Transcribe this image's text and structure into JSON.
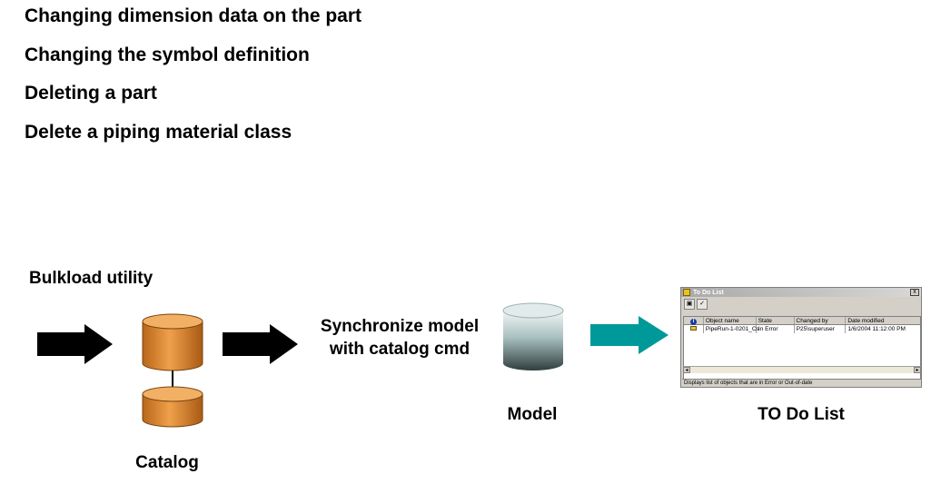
{
  "bullets": [
    "Changing dimension data on the part",
    "Changing the symbol definition",
    "Deleting a part",
    "Delete a piping material class"
  ],
  "labels": {
    "bulkload": "Bulkload utility",
    "catalog": "Catalog",
    "synchronize_line1": "Synchronize model",
    "synchronize_line2": "with catalog cmd",
    "model": "Model",
    "todo": "TO Do List"
  },
  "todo_window": {
    "title": "To Do List",
    "close": "x",
    "columns": [
      "Object name",
      "State",
      "Changed by",
      "Date modified"
    ],
    "rows": [
      {
        "object": "PipeRun-1-0201_Cs",
        "state": "In Error",
        "changed_by": "P25\\superuser",
        "date": "1/6/2004 11:12:00 PM"
      }
    ],
    "status_text": "Displays list of objects that are in Error or Out-of-date",
    "icons": [
      "info-icon",
      "properties-icon",
      "update-icon",
      "warning-row-icon"
    ]
  },
  "colors": {
    "catalog_cylinder": "#e08a2a",
    "model_cylinder": "#9fb8b8",
    "arrow_black": "#000000",
    "arrow_teal": "#00999a"
  }
}
